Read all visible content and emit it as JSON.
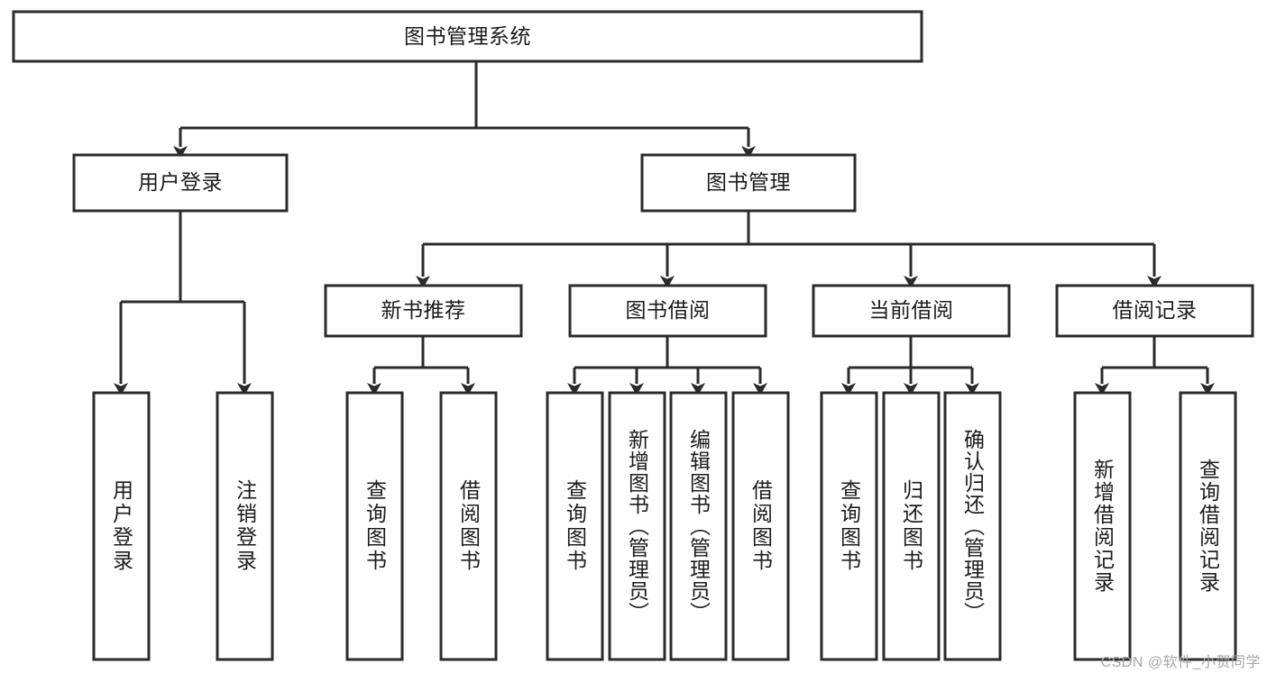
{
  "diagram": {
    "type": "tree-hierarchy",
    "title": "图书管理系统",
    "orientation": "top-down",
    "colors": {
      "box_stroke": "#2b2b2b",
      "box_fill": "#ffffff",
      "text": "#1c1c1c",
      "background": "#ffffff",
      "watermark": "#a6a6a6"
    },
    "levels": {
      "level1": [
        {
          "id": "root",
          "label": "图书管理系统"
        }
      ],
      "level2": [
        {
          "id": "user-login",
          "label": "用户登录",
          "parent": "root"
        },
        {
          "id": "book-manage",
          "label": "图书管理",
          "parent": "root"
        }
      ],
      "level3": [
        {
          "id": "new-book-rec",
          "label": "新书推荐",
          "parent": "book-manage"
        },
        {
          "id": "book-borrow",
          "label": "图书借阅",
          "parent": "book-manage"
        },
        {
          "id": "current-borrow",
          "label": "当前借阅",
          "parent": "book-manage"
        },
        {
          "id": "borrow-record",
          "label": "借阅记录",
          "parent": "book-manage"
        }
      ],
      "leaves": [
        {
          "id": "leaf-user-login",
          "label": "用户登录",
          "parent": "user-login"
        },
        {
          "id": "leaf-user-logout",
          "label": "注销登录",
          "parent": "user-login"
        },
        {
          "id": "leaf-rec-query",
          "label": "查询图书",
          "parent": "new-book-rec"
        },
        {
          "id": "leaf-rec-borrow",
          "label": "借阅图书",
          "parent": "new-book-rec"
        },
        {
          "id": "leaf-borrow-query",
          "label": "查询图书",
          "parent": "book-borrow"
        },
        {
          "id": "leaf-borrow-add",
          "label": "新增图书（管理员）",
          "parent": "book-borrow"
        },
        {
          "id": "leaf-borrow-edit",
          "label": "编辑图书（管理员）",
          "parent": "book-borrow"
        },
        {
          "id": "leaf-borrow-lend",
          "label": "借阅图书",
          "parent": "book-borrow"
        },
        {
          "id": "leaf-cur-query",
          "label": "查询图书",
          "parent": "current-borrow"
        },
        {
          "id": "leaf-cur-return",
          "label": "归还图书",
          "parent": "current-borrow"
        },
        {
          "id": "leaf-cur-confirm",
          "label": "确认归还（管理员）",
          "parent": "current-borrow"
        },
        {
          "id": "leaf-rec-add",
          "label": "新增借阅记录",
          "parent": "borrow-record"
        },
        {
          "id": "leaf-rec-query-record",
          "label": "查询借阅记录",
          "parent": "borrow-record"
        }
      ]
    }
  },
  "watermark": {
    "text": "CSDN @软件_小贺同学"
  }
}
